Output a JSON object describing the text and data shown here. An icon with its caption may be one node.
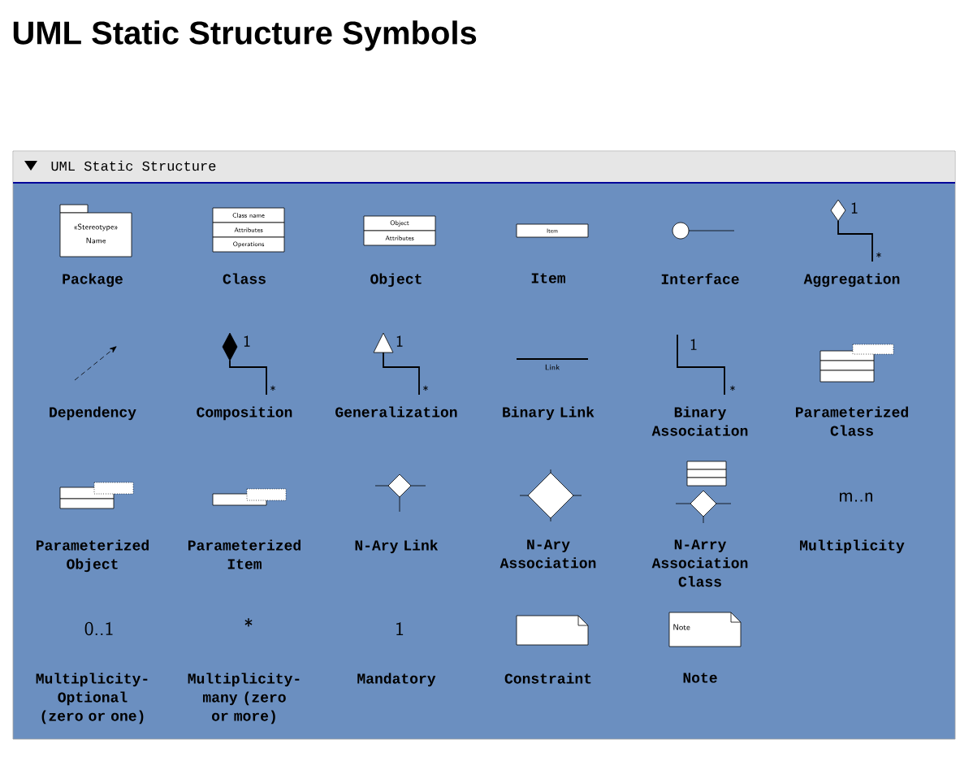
{
  "diagram": {
    "title": "UML Static Structure Symbols",
    "labels": [
      "UML Static Structure",
      "«Stereotype»",
      "Name",
      "Package",
      "Class name",
      "Attributes",
      "Operations",
      "Class",
      "Object",
      "Attributes",
      "Object",
      "Item",
      "Item",
      "Interface",
      "1",
      "*",
      "Aggregation",
      "Dependency",
      "1",
      "*",
      "Composition",
      "1",
      "*",
      "Generalization",
      "Link",
      "Binary Link",
      "1",
      "*",
      "Binary Association",
      "Parameterized Class",
      "Parameterized Object",
      "Parameterized Item",
      "N-Ary Link",
      "N-Ary Association",
      "N-Arry Association Class",
      "m..n",
      "Multiplicity",
      "0..1",
      "Multiplicity-Optional (zero or one)",
      "*",
      "Multiplicity-many (zero or more)",
      "1",
      "Mandatory",
      "Constraint",
      "Note",
      "Note"
    ]
  }
}
